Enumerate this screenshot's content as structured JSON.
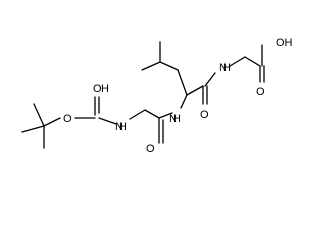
{
  "molecule": {
    "atom_labels": {
      "oh_acid": "OH",
      "o_acid": "O",
      "nh_gly2": "N",
      "h_gly2": "H",
      "o_leu": "O",
      "nh_leu": "N",
      "h_leu": "H",
      "o_gly1": "O",
      "nh_boc": "N",
      "h_boc": "H",
      "o_boc_ester": "O",
      "oh_boc_carbonyl": "O",
      "h_boc_carbonyl": "H"
    }
  }
}
